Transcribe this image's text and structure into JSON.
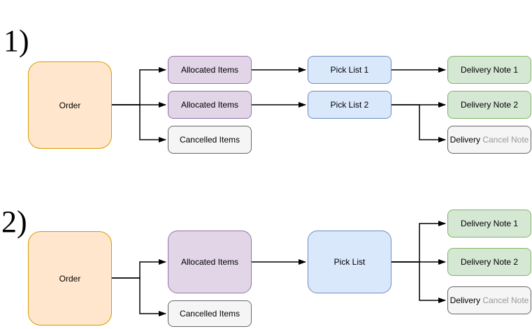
{
  "palette": {
    "orange_fill": "#FFE6CC",
    "orange_stroke": "#D79B00",
    "purple_fill": "#E1D5E7",
    "purple_stroke": "#9673A6",
    "blue_fill": "#DAE8FC",
    "blue_stroke": "#6C8EBF",
    "green_fill": "#D5E8D4",
    "green_stroke": "#82B366",
    "gray_fill": "#F5F5F5",
    "gray_stroke": "#666666",
    "arrow_color": "#000000",
    "muted_text_color": "#999999"
  },
  "diagram1": {
    "label": "1)",
    "nodes": {
      "order": {
        "label": "Order"
      },
      "allocated1": {
        "label": "Allocated Items"
      },
      "allocated2": {
        "label": "Allocated Items"
      },
      "cancelled": {
        "label": "Cancelled Items"
      },
      "picklist1": {
        "label": "Pick List 1"
      },
      "picklist2": {
        "label": "Pick List 2"
      },
      "delivery1": {
        "label": "Delivery Note 1"
      },
      "delivery2": {
        "label": "Delivery Note 2"
      },
      "delivery_cancel": {
        "label_dark": "Delivery",
        "label_muted": "Cancel Note"
      }
    }
  },
  "diagram2": {
    "label": "2)",
    "nodes": {
      "order": {
        "label": "Order"
      },
      "allocated": {
        "label": "Allocated Items"
      },
      "cancelled": {
        "label": "Cancelled Items"
      },
      "picklist": {
        "label": "Pick List"
      },
      "delivery1": {
        "label": "Delivery Note 1"
      },
      "delivery2": {
        "label": "Delivery Note 2"
      },
      "delivery_cancel": {
        "label_dark": "Delivery",
        "label_muted": "Cancel Note"
      }
    }
  }
}
